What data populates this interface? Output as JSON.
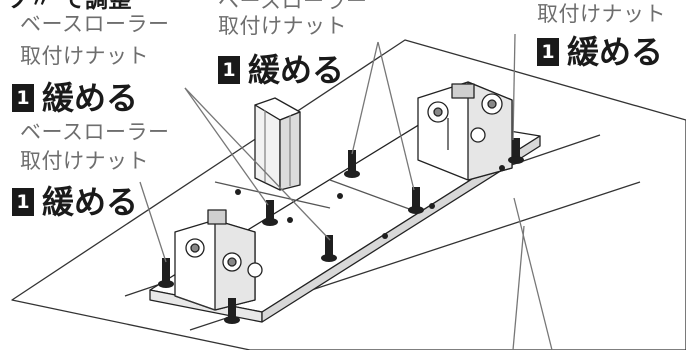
{
  "header_fragment": "ソ〃 て調整",
  "callouts": [
    {
      "id": "upper-left",
      "caption_line1": "ベースローラー",
      "caption_line2": "取付けナット",
      "step_number": "1",
      "step_action": "緩める"
    },
    {
      "id": "upper-center",
      "caption_line1": "ベースローラー",
      "caption_line2": "取付けナット",
      "step_number": "1",
      "step_action": "緩める"
    },
    {
      "id": "upper-right",
      "caption_line2": "取付けナット",
      "step_number": "1",
      "step_action": "緩める"
    },
    {
      "id": "middle-left",
      "caption_line1": "ベースローラー",
      "caption_line2": "取付けナット",
      "step_number": "1",
      "step_action": "緩める"
    }
  ]
}
